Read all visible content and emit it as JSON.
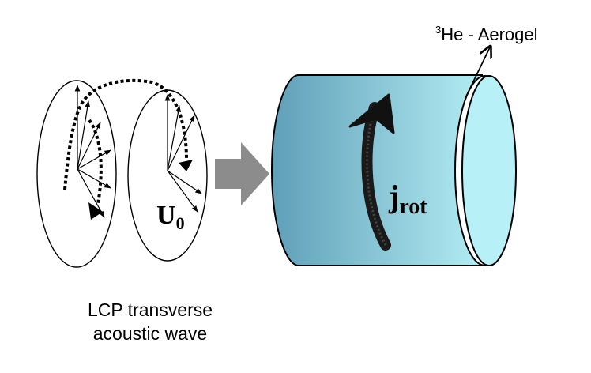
{
  "caption": {
    "line1": "LCP transverse",
    "line2": "acoustic wave"
  },
  "material_label": {
    "superscript": "3",
    "text": "He - Aerogel"
  },
  "amplitude_symbol": {
    "main": "U",
    "subscript": "0"
  },
  "current_symbol": {
    "main": "j",
    "subscript": "rot"
  },
  "colors": {
    "cylinder_dark": "#5f9fb8",
    "cylinder_light": "#b3ecf3",
    "end_cap": "#b8f0f7",
    "process_arrow": "#8c8c8c",
    "stroke": "#000000"
  },
  "icons": {
    "process_arrow": "right-arrow-icon",
    "current_arrow": "curved-up-arrow-icon"
  }
}
